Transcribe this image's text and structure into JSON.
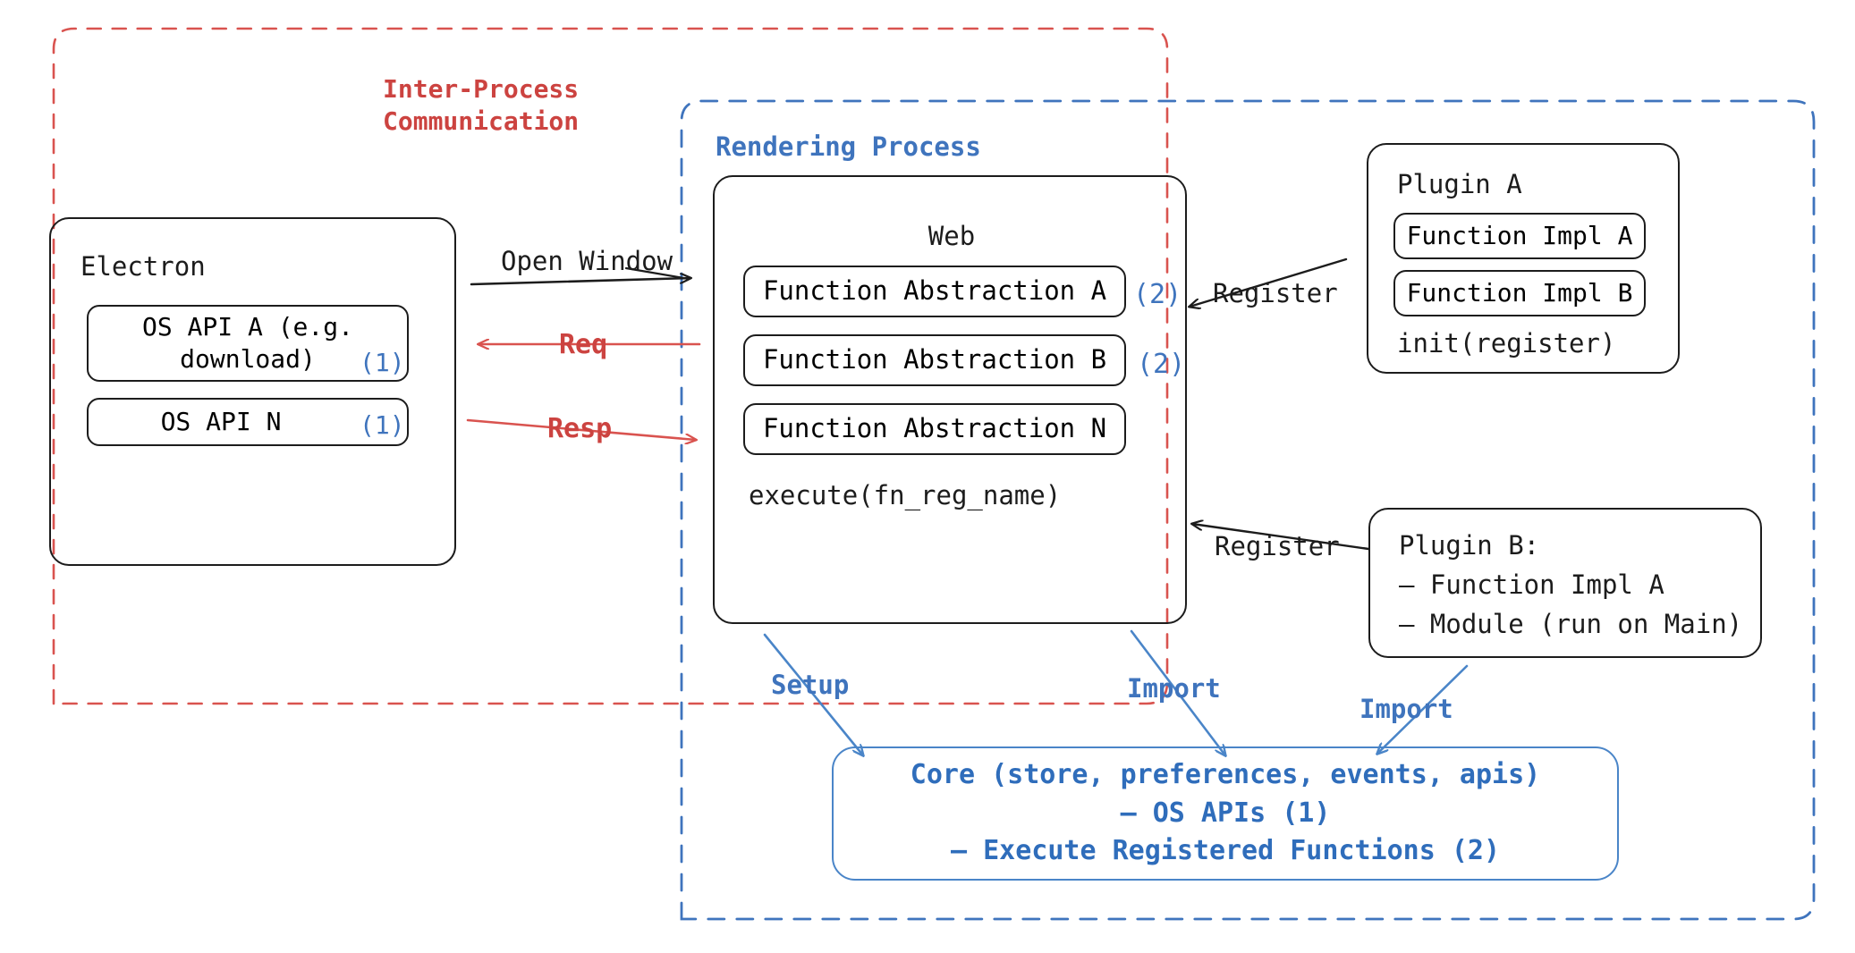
{
  "diagram": {
    "title": "Electron plugin architecture",
    "colors": {
      "ipc_red": "#cc4340",
      "process_blue": "#3f74bd",
      "core_blue": "#2f6dbb",
      "node_stroke": "#1c1c1c"
    }
  },
  "groups": {
    "ipc": {
      "label": "Inter-Process\nCommunication",
      "style": "dashed-red"
    },
    "rendering": {
      "label": "Rendering Process",
      "style": "dashed-blue"
    }
  },
  "electron": {
    "title": "Electron",
    "apis": [
      {
        "label": "OS API A (e.g.\ndownload)",
        "marker": "(1)"
      },
      {
        "label": "OS API N",
        "marker": "(1)"
      }
    ]
  },
  "web": {
    "title": "Web",
    "abstractions": [
      {
        "label": "Function Abstraction A",
        "marker": "(2)"
      },
      {
        "label": "Function Abstraction B",
        "marker": "(2)"
      },
      {
        "label": "Function Abstraction N",
        "marker": ""
      }
    ],
    "footer": "execute(fn_reg_name)"
  },
  "plugin_a": {
    "title": "Plugin A",
    "impls": [
      "Function Impl A",
      "Function Impl B"
    ],
    "footer": "init(register)"
  },
  "plugin_b": {
    "title": "Plugin B:",
    "items": [
      "– Function Impl A",
      "– Module (run on Main)"
    ]
  },
  "core": {
    "line1": "Core (store, preferences, events, apis)",
    "line2": "– OS APIs (1)",
    "line3": "– Execute Registered Functions (2)"
  },
  "edges": {
    "open_window": "Open Window",
    "req": "Req",
    "resp": "Resp",
    "register_a": "Register",
    "register_b": "Register",
    "setup": "Setup",
    "import_web": "Import",
    "import_plugin": "Import"
  }
}
